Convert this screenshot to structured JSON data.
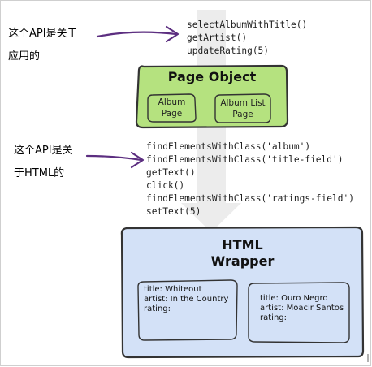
{
  "api_calls_page": [
    "selectAlbumWithTitle()",
    "getArtist()",
    "updateRating(5)"
  ],
  "api_calls_html": [
    "findElementsWithClass('album')",
    "findElementsWithClass('title-field')",
    "getText()",
    "click()",
    "findElementsWithClass('ratings-field')",
    "setText(5)"
  ],
  "notes": {
    "app_api_line1": "这个API是关于",
    "app_api_line2": "应用的",
    "html_api_line1": "这个API是关",
    "html_api_line2": "于HTML的"
  },
  "page_object": {
    "title": "Page Object",
    "album_page": [
      "Album",
      "Page"
    ],
    "album_list_page": [
      "Album List",
      "Page"
    ]
  },
  "html_wrapper": {
    "title_line1": "HTML",
    "title_line2": "Wrapper",
    "cards": [
      {
        "title": "title: Whiteout",
        "artist": "artist: In the Country",
        "rating": "rating:"
      },
      {
        "title": "title: Ouro Negro",
        "artist": "artist: Moacir Santos",
        "rating": "rating:"
      }
    ]
  },
  "colors": {
    "page_object_fill": "#b5e27f",
    "wrapper_fill": "#d3e1f7",
    "arrow": "#5c2e80",
    "flow_arrow": "#ececec"
  }
}
